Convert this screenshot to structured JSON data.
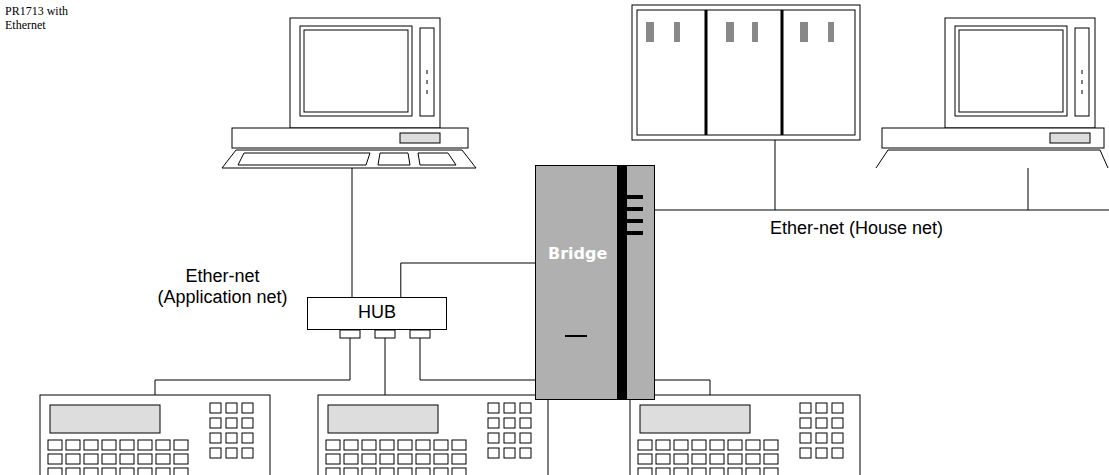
{
  "diagram": {
    "nodes": [
      {
        "text": [
          "Bridge"
        ]
      },
      {
        "text": [
          "HUB"
        ]
      }
    ],
    "edges": [
      {
        "from": 1,
        "to": 0,
        "arrow": "none"
      }
    ],
    "labels": [
      "PR1713 with Ethernet",
      "Ether-net (Application net)",
      "Ether-net (House net)"
    ]
  }
}
